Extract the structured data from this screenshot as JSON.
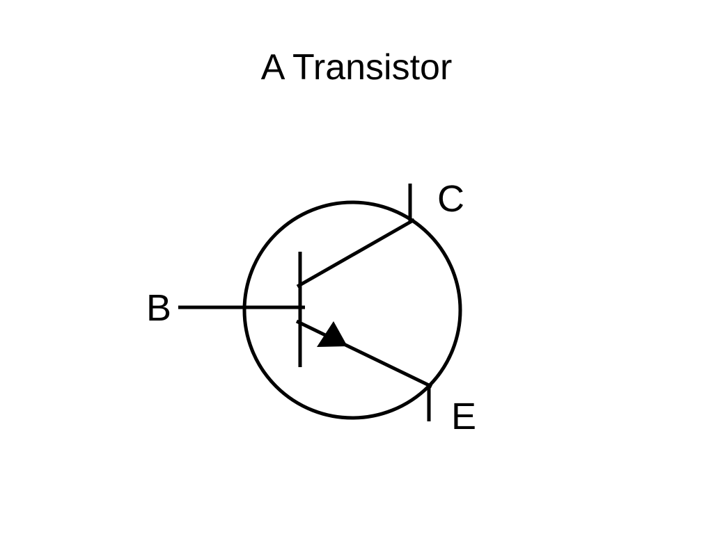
{
  "slide": {
    "title": "A Transistor"
  },
  "symbol": {
    "labels": {
      "base": "B",
      "collector": "C",
      "emitter": "E"
    },
    "stroke_color": "#000000"
  }
}
